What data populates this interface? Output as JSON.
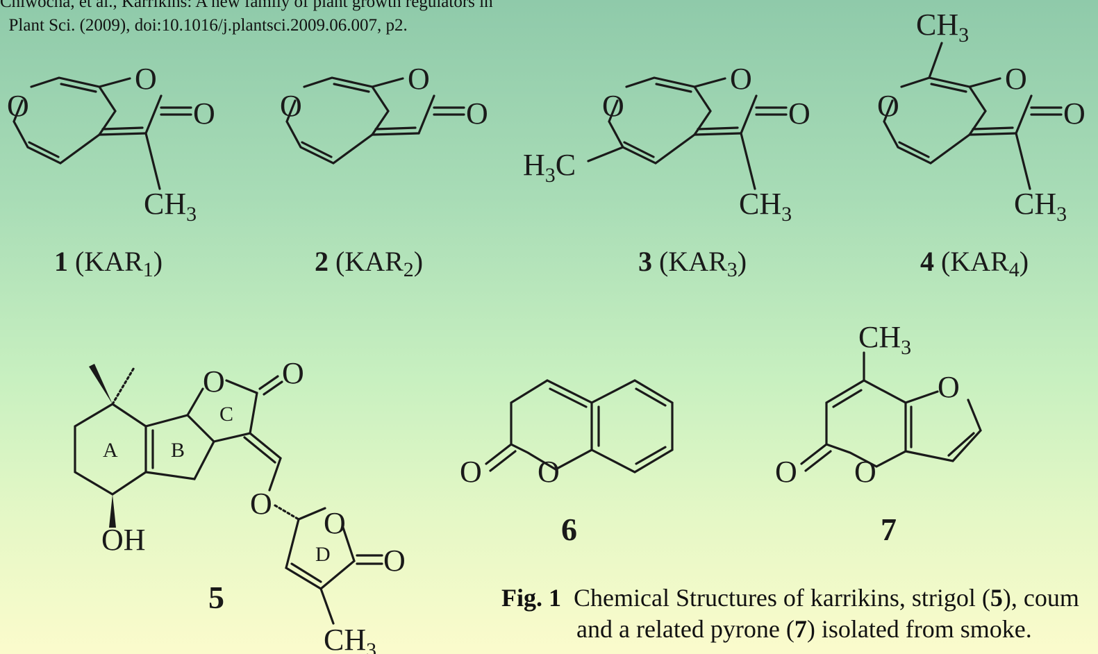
{
  "citation": {
    "line1": "Chiwocha, et al., Karrikins: A new family of plant growth regulators in",
    "line2": "Plant Sci. (2009), doi:10.1016/j.plantsci.2009.06.007, p2."
  },
  "atoms": {
    "O": "O",
    "C": "C",
    "H": "H",
    "OH": "OH",
    "sub3": "3",
    "H3C_H": "H",
    "H3C_C": "C"
  },
  "rings": {
    "A": "A",
    "B": "B",
    "C": "C",
    "D": "D"
  },
  "labels": {
    "c1": {
      "num": "1",
      "open": " (KAR",
      "sub": "1",
      "close": ")"
    },
    "c2": {
      "num": "2",
      "open": " (KAR",
      "sub": "2",
      "close": ")"
    },
    "c3": {
      "num": "3",
      "open": " (KAR",
      "sub": "3",
      "close": ")"
    },
    "c4": {
      "num": "4",
      "open": " (KAR",
      "sub": "4",
      "close": ")"
    },
    "c5": "5",
    "c6": "6",
    "c7": "7"
  },
  "caption": {
    "fig": "Fig. 1",
    "line1a": "Chemical Structures of karrikins, strigol (",
    "n5": "5",
    "line1b": "), coum",
    "line2a": "and a related pyrone (",
    "n7": "7",
    "line2b": ") isolated from smoke."
  }
}
